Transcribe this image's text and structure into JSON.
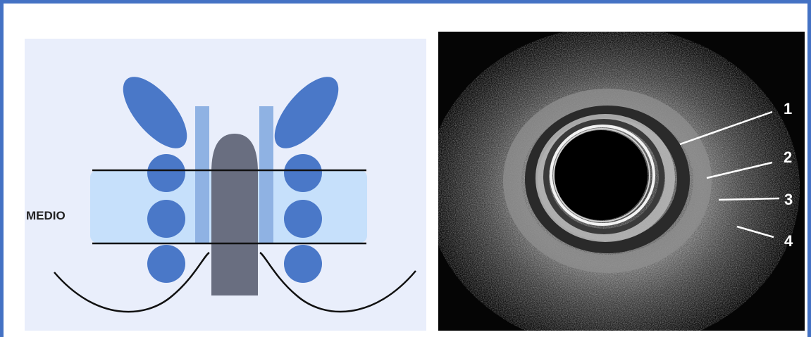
{
  "diagram": {
    "zone_label": "MEDIO"
  },
  "ultrasound": {
    "layer_labels": [
      "1",
      "2",
      "3",
      "4"
    ]
  },
  "colors": {
    "frame_border": "#4472c4",
    "diagram_background": "#e9eefb",
    "muscle_blue": "#4a78c8",
    "sphincter_light_blue": "#8fb2e3",
    "mid_zone_band": "#c6e0fb",
    "canal_gray": "#696e80",
    "ultrasound_background": "#050505"
  },
  "icons": [
    "butterfly-muscle-shape",
    "ring-cross-section"
  ]
}
